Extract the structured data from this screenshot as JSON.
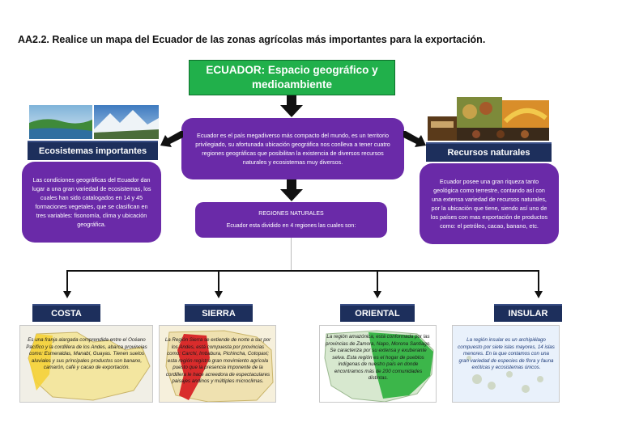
{
  "heading": "AA2.2. Realice un mapa del Ecuador de las zonas agrícolas más importantes para la exportación.",
  "title": "ECUADOR: Espacio geográfico y medioambiente",
  "center_text": "Ecuador es el país megadiverso más compacto del mundo, es un territorio privilegiado, su afortunada ubicación geográfica nos conlleva a tener cuatro regiones geográficas que posibilitan la existencia de diversos recursos naturales y ecosistemas muy diversos.",
  "ecosistemas": {
    "label": "Ecosistemas importantes",
    "text": "Las condiciones geográficas del Ecuador dan lugar a una gran variedad de ecosistemas, los cuales han sido catalogados en 14 y 45 formaciones vegetales, que se clasifican en tres variables: fisonomía, clima y ubicación geográfica."
  },
  "recursos": {
    "label": "Recursos naturales",
    "text": "Ecuador posee una gran riqueza tanto geológica como terrestre, contando así con una extensa variedad de recursos naturales, por la ubicación que tiene, siendo así uno de los países con mas exportación de productos como: el petróleo, cacao, banano, etc."
  },
  "regiones": {
    "title": "REGIONES NATURALES",
    "text": "Ecuador esta dividido en 4 regiones las cuales son:"
  },
  "regions": [
    {
      "label": "COSTA",
      "text": "Es una franja alargada comprendida entre el Océano Pacífico y la cordillera de los Andes, abarca provincias como: Esmeraldas, Manabí, Guayas. Tienen suelos aluviales y sus principales productos son banano, camarón, café y cacao de exportación."
    },
    {
      "label": "SIERRA",
      "text": "La Región Sierra se extiende de norte a sur por los Andes, está compuesta por provincias como: Carchi, Imbabura, Pichincha, Cotopaxi; esta región registra gran movimiento agrícola puesto que la presencia imponente de la cordillera le hace acreedora de espectaculares paisajes andinos y múltiples microclimas."
    },
    {
      "label": "ORIENTAL",
      "text": "La región amazónica, está conformada por las provincias de Zamora, Napo, Morona Santiago. Se caracteriza por su extensa y exuberante selva. Esta región es el hogar de pueblos indígenas de nuestro país en donde encontramos más de 200 comunidades distintas."
    },
    {
      "label": "INSULAR",
      "text": "La región insular es un archipiélago compuesto por siete islas mayores, 14 islas menores. En la que contamos con una gran variedad de especies de flora y fauna exóticas y ecosistemas únicos."
    }
  ],
  "colors": {
    "green": "#21b04b",
    "purple": "#6a2aa8",
    "navy": "#1d2f5c"
  }
}
